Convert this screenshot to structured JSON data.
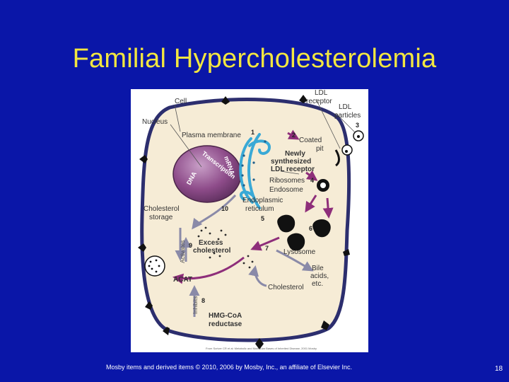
{
  "slide": {
    "title": "Familial Hypercholesterolemia",
    "footer": "Mosby items and derived items © 2010, 2006 by Mosby, Inc., an affiliate of Elsevier Inc.",
    "page_number": "18"
  },
  "diagram": {
    "labels": {
      "cell": "Cell",
      "nucleus": "Nucleus",
      "ldl_receptor_1": "LDL",
      "ldl_receptor_2": "receptor",
      "ldl_particles_1": "LDL",
      "ldl_particles_2": "particles",
      "plasma_membrane": "Plasma membrane",
      "coated_pit_1": "Coated",
      "coated_pit_2": "pit",
      "newly_synth_1": "Newly",
      "newly_synth_2": "synthesized",
      "newly_synth_3": "LDL receptor",
      "ribosomes": "Ribosomes",
      "endosome": "Endosome",
      "er_1": "Endoplasmic",
      "er_2": "reticulum",
      "transcription": "Transcription",
      "mrna": "mRNA",
      "dna": "DNA",
      "chol_storage_1": "Cholesterol",
      "chol_storage_2": "storage",
      "excess_chol_1": "Excess",
      "excess_chol_2": "cholesterol",
      "activates": "Activates",
      "acat": "ACAT",
      "lysosome": "Lysosome",
      "bile_1": "Bile",
      "bile_2": "acids,",
      "bile_3": "etc.",
      "cholesterol": "Cholesterol",
      "inhibits": "Inhibits",
      "hmg_1": "HMG-CoA",
      "hmg_2": "reductase",
      "credit": "From Scriver CR et al: Metabolic and Molecular Bases of Inherited Disease, 2001 Mosby"
    },
    "step_numbers": [
      "1",
      "2",
      "3",
      "4",
      "5",
      "6",
      "7",
      "8",
      "9",
      "10"
    ],
    "colors": {
      "cytoplasm": "#f6ecd6",
      "cell_border": "#2c2e6e",
      "nucleus": "#8e4c8a",
      "arrow": "#8e2e7a",
      "er": "#39a9d6"
    }
  }
}
